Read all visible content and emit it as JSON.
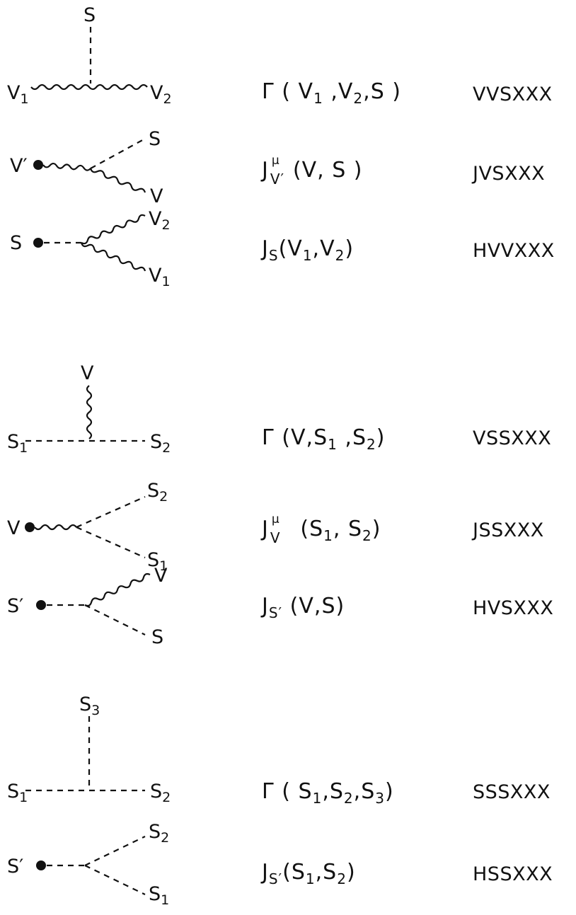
{
  "blocks": [
    {
      "vertices": [
        {
          "code": "VVSXXX",
          "expr_head": "Γ",
          "expr_args": "(V",
          "labels": {
            "top": "S",
            "left": "V",
            "left_sub": "1",
            "right": "V",
            "right_sub": "2"
          }
        },
        {
          "code": "JVSXXX",
          "labels": {
            "src": "V′",
            "upper": "S",
            "lower": "V"
          }
        },
        {
          "code": "HVVXXX",
          "labels": {
            "src": "S",
            "upper": "V",
            "upper_sub": "2",
            "lower": "V",
            "lower_sub": "1"
          }
        }
      ]
    },
    {
      "vertices": [
        {
          "code": "VSSXXX",
          "labels": {
            "top": "V",
            "left": "S",
            "left_sub": "1",
            "right": "S",
            "right_sub": "2"
          }
        },
        {
          "code": "JSSXXX",
          "labels": {
            "src": "V",
            "upper": "S",
            "upper_sub": "2",
            "lower": "S",
            "lower_sub": "1"
          }
        },
        {
          "code": "HVSXXX",
          "labels": {
            "src": "S′",
            "upper": "V",
            "lower": "S"
          }
        }
      ]
    },
    {
      "vertices": [
        {
          "code": "SSSXXX",
          "labels": {
            "top": "S",
            "top_sub": "3",
            "left": "S",
            "left_sub": "1",
            "right": "S",
            "right_sub": "2"
          }
        },
        {
          "code": "HSSXXX",
          "labels": {
            "src": "S′",
            "upper": "S",
            "upper_sub": "2",
            "lower": "S",
            "lower_sub": "1"
          }
        }
      ]
    }
  ],
  "expr": {
    "gamma": "Γ",
    "j": "J",
    "mu": "μ",
    "V": "V",
    "S": "S",
    "Vp": "V′",
    "Sp": "S′",
    "one": "1",
    "two": "2",
    "three": "3",
    "lp": "(",
    "rp": ")",
    "comma": ","
  }
}
